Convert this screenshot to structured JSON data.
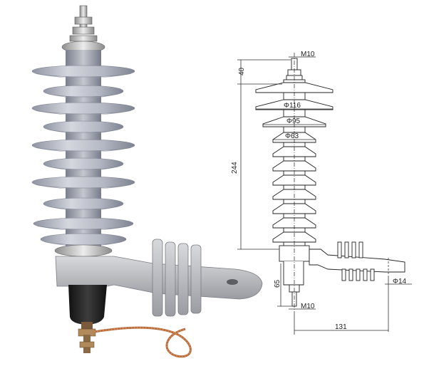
{
  "drawing": {
    "dimensions": {
      "top_thread": "M10",
      "top_height": "40",
      "shed_large_dia": "Φ116",
      "shed_mid_dia": "Φ95",
      "shed_small_dia": "Φ63",
      "body_height": "244",
      "bottom_height": "65",
      "bottom_thread": "M10",
      "bracket_hole": "Φ14",
      "bracket_length": "131"
    }
  },
  "colors": {
    "polymer": "#b8bcc8",
    "polymer_shadow": "#8a8f9c",
    "metal": "#c9c9c9",
    "base_dark": "#2a2a2a",
    "copper": "#b86a3a"
  }
}
